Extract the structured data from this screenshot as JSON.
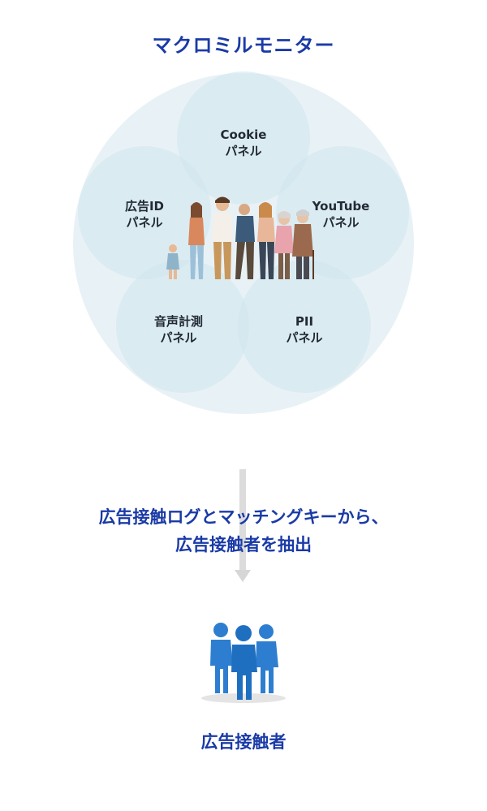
{
  "title": "マクロミルモニター",
  "panels": [
    {
      "id": "cookie",
      "line1": "Cookie",
      "line2": "パネル"
    },
    {
      "id": "ad-id",
      "line1": "広告ID",
      "line2": "パネル"
    },
    {
      "id": "youtube",
      "line1": "YouTube",
      "line2": "パネル"
    },
    {
      "id": "audio",
      "line1": "音声計測",
      "line2": "パネル"
    },
    {
      "id": "pii",
      "line1": "PII",
      "line2": "パネル"
    }
  ],
  "process": {
    "line1": "広告接触ログとマッチングキーから、",
    "line2": "広告接触者を抽出"
  },
  "result": {
    "label": "広告接触者"
  },
  "icons": {
    "crowd": "people-crowd-icon",
    "group": "people-group-icon",
    "arrow": "arrow-down-icon"
  },
  "colors": {
    "accent": "#1a3aa6",
    "circle_big": "#e8f2f6",
    "circle_small": "#cfe5ee",
    "figure_blue": "#1f6fc1"
  }
}
